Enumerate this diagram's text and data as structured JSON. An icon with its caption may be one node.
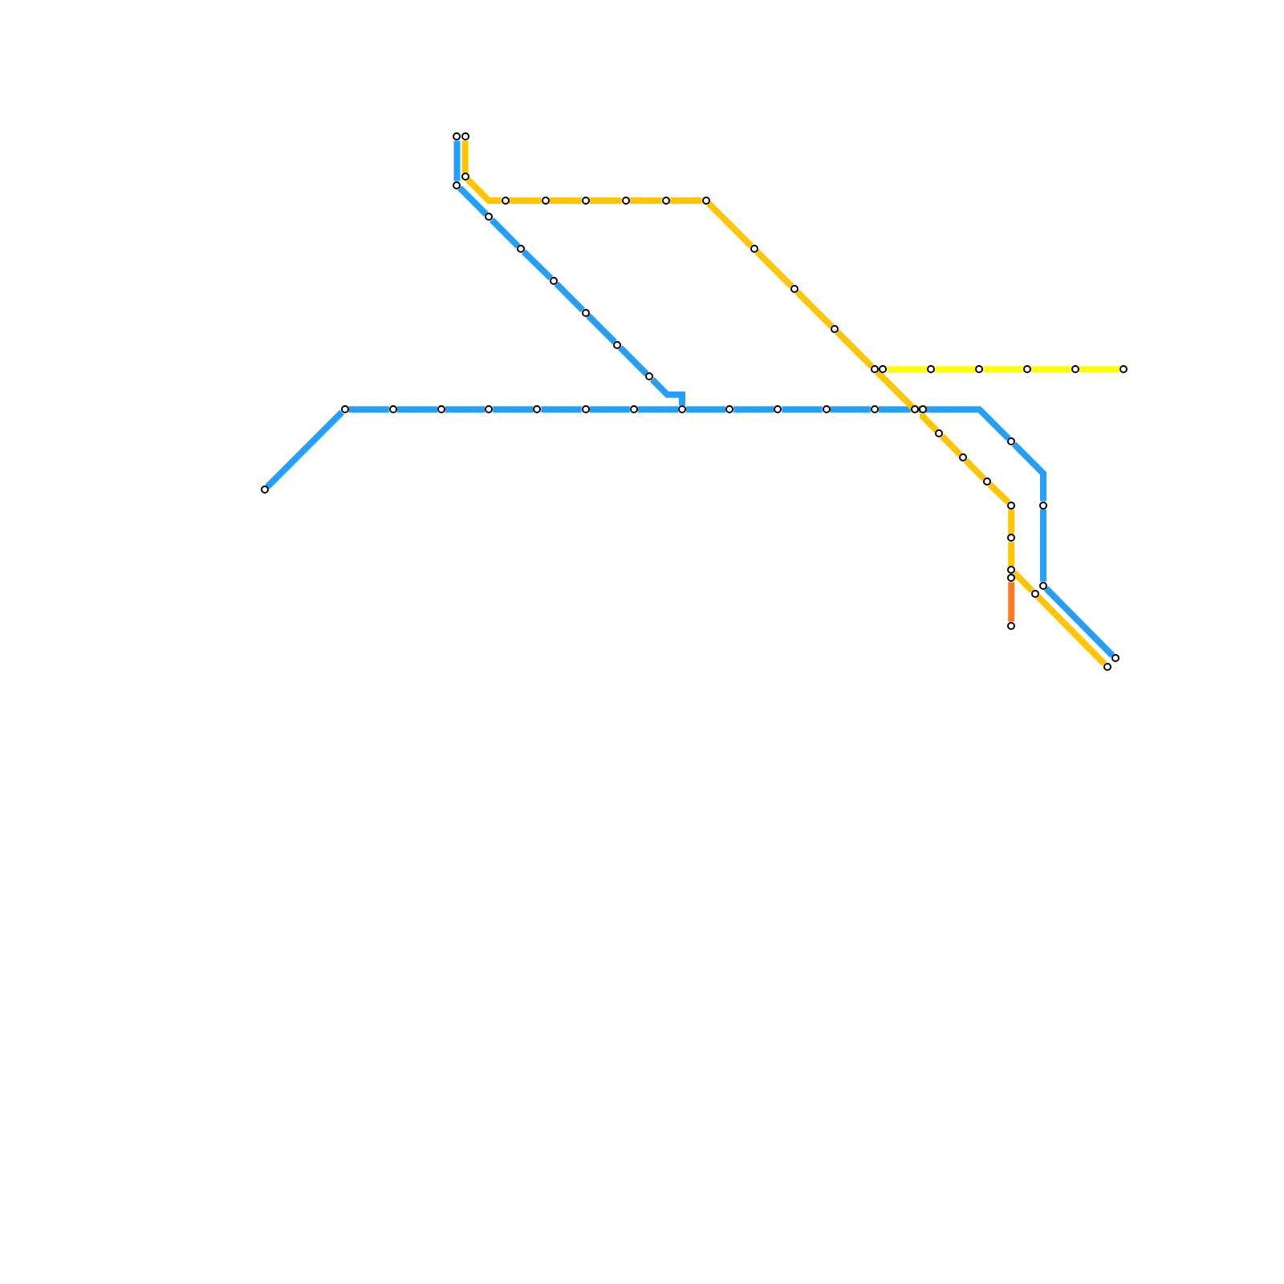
{
  "diagram": {
    "nodes": [
      {
        "text": [],
        "shape": "circle"
      },
      {
        "text": [],
        "shape": "circle"
      },
      {
        "text": [],
        "shape": "circle"
      },
      {
        "text": [],
        "shape": "circle"
      },
      {
        "text": [],
        "shape": "circle"
      },
      {
        "text": [],
        "shape": "circle"
      },
      {
        "text": [],
        "shape": "circle"
      },
      {
        "text": [],
        "shape": "circle"
      },
      {
        "text": [],
        "shape": "circle"
      },
      {
        "text": [],
        "shape": "circle"
      },
      {
        "text": [],
        "shape": "circle"
      },
      {
        "text": [],
        "shape": "circle"
      },
      {
        "text": [],
        "shape": "circle"
      },
      {
        "text": [],
        "shape": "circle"
      },
      {
        "text": [],
        "shape": "circle"
      },
      {
        "text": [],
        "shape": "circle"
      },
      {
        "text": [],
        "shape": "circle"
      },
      {
        "text": [],
        "shape": "circle"
      },
      {
        "text": [],
        "shape": "circle"
      },
      {
        "text": [],
        "shape": "circle"
      },
      {
        "text": [],
        "shape": "circle"
      },
      {
        "text": [],
        "shape": "circle"
      },
      {
        "text": [],
        "shape": "circle"
      },
      {
        "text": [],
        "shape": "circle"
      },
      {
        "text": [],
        "shape": "circle"
      },
      {
        "text": [],
        "shape": "circle"
      },
      {
        "text": [],
        "shape": "circle"
      },
      {
        "text": [],
        "shape": "circle"
      },
      {
        "text": [],
        "shape": "circle"
      },
      {
        "text": [],
        "shape": "circle"
      },
      {
        "text": [],
        "shape": "circle"
      },
      {
        "text": [],
        "shape": "circle"
      },
      {
        "text": [],
        "shape": "circle"
      },
      {
        "text": [],
        "shape": "circle"
      },
      {
        "text": [],
        "shape": "circle"
      },
      {
        "text": [],
        "shape": "circle"
      },
      {
        "text": [],
        "shape": "circle"
      },
      {
        "text": [],
        "shape": "circle"
      },
      {
        "text": [],
        "shape": "circle"
      },
      {
        "text": [],
        "shape": "circle"
      },
      {
        "text": [],
        "shape": "circle"
      },
      {
        "text": [],
        "shape": "circle"
      },
      {
        "text": [],
        "shape": "circle"
      },
      {
        "text": [],
        "shape": "circle"
      },
      {
        "text": [],
        "shape": "circle"
      },
      {
        "text": [],
        "shape": "circle"
      },
      {
        "text": [],
        "shape": "circle"
      },
      {
        "text": [],
        "shape": "circle"
      },
      {
        "text": [],
        "shape": "circle"
      },
      {
        "text": [],
        "shape": "circle"
      },
      {
        "text": [],
        "shape": "circle"
      },
      {
        "text": [],
        "shape": "circle"
      },
      {
        "text": [],
        "shape": "circle"
      },
      {
        "text": [],
        "shape": "circle"
      },
      {
        "text": [],
        "shape": "circle"
      }
    ],
    "edges": [
      {
        "from": 0,
        "to": 1,
        "arrow": "none"
      },
      {
        "from": 1,
        "to": 2,
        "arrow": "none"
      },
      {
        "from": 2,
        "to": 3,
        "arrow": "none"
      },
      {
        "from": 3,
        "to": 4,
        "arrow": "none"
      },
      {
        "from": 4,
        "to": 5,
        "arrow": "none"
      },
      {
        "from": 5,
        "to": 6,
        "arrow": "none"
      },
      {
        "from": 6,
        "to": 7,
        "arrow": "none"
      },
      {
        "from": 7,
        "to": 8,
        "arrow": "none"
      },
      {
        "from": 8,
        "to": 9,
        "arrow": "none"
      },
      {
        "from": 9,
        "to": 10,
        "arrow": "none"
      },
      {
        "from": 10,
        "to": 11,
        "arrow": "none"
      },
      {
        "from": 11,
        "to": 12,
        "arrow": "none"
      },
      {
        "from": 12,
        "to": 13,
        "arrow": "none"
      },
      {
        "from": 13,
        "to": 14,
        "arrow": "none"
      },
      {
        "from": 14,
        "to": 15,
        "arrow": "none"
      },
      {
        "from": 15,
        "to": 16,
        "arrow": "none"
      },
      {
        "from": 16,
        "to": 17,
        "arrow": "none"
      },
      {
        "from": 18,
        "to": 19,
        "arrow": "none"
      },
      {
        "from": 19,
        "to": 20,
        "arrow": "none"
      },
      {
        "from": 20,
        "to": 21,
        "arrow": "none"
      },
      {
        "from": 21,
        "to": 22,
        "arrow": "none"
      },
      {
        "from": 22,
        "to": 23,
        "arrow": "none"
      },
      {
        "from": 23,
        "to": 24,
        "arrow": "none"
      },
      {
        "from": 24,
        "to": 25,
        "arrow": "none"
      },
      {
        "from": 25,
        "to": 8,
        "arrow": "none"
      },
      {
        "from": 26,
        "to": 27,
        "arrow": "none",
        "color": "#ffc600"
      },
      {
        "from": 27,
        "to": 28,
        "arrow": "none",
        "color": "#ffc600"
      },
      {
        "from": 28,
        "to": 29,
        "arrow": "none",
        "color": "#ffc600"
      },
      {
        "from": 29,
        "to": 30,
        "arrow": "none",
        "color": "#ffc600"
      },
      {
        "from": 30,
        "to": 31,
        "arrow": "none",
        "color": "#ffc600"
      },
      {
        "from": 31,
        "to": 32,
        "arrow": "none",
        "color": "#ffc600"
      },
      {
        "from": 32,
        "to": 33,
        "arrow": "none",
        "color": "#ffc600"
      },
      {
        "from": 33,
        "to": 34,
        "arrow": "none",
        "color": "#ffc600"
      },
      {
        "from": 34,
        "to": 35,
        "arrow": "none",
        "color": "#ffc600"
      },
      {
        "from": 35,
        "to": 36,
        "arrow": "none",
        "color": "#ffc600"
      },
      {
        "from": 36,
        "to": 37,
        "arrow": "none",
        "color": "#ffc600"
      },
      {
        "from": 37,
        "to": 38,
        "arrow": "none",
        "color": "#ffc600"
      },
      {
        "from": 38,
        "to": 39,
        "arrow": "none",
        "color": "#ffc600"
      },
      {
        "from": 39,
        "to": 40,
        "arrow": "none",
        "color": "#ffc600"
      },
      {
        "from": 40,
        "to": 41,
        "arrow": "none",
        "color": "#ffc600"
      },
      {
        "from": 41,
        "to": 42,
        "arrow": "none",
        "color": "#ffc600"
      },
      {
        "from": 42,
        "to": 43,
        "arrow": "none",
        "color": "#ffc600"
      },
      {
        "from": 43,
        "to": 44,
        "arrow": "none",
        "color": "#ffc600"
      },
      {
        "from": 44,
        "to": 45,
        "arrow": "none",
        "color": "#ffc600"
      },
      {
        "from": 45,
        "to": 46,
        "arrow": "none",
        "color": "#ffc600"
      },
      {
        "from": 47,
        "to": 48,
        "arrow": "none",
        "color": "#ffff00"
      },
      {
        "from": 48,
        "to": 49,
        "arrow": "none",
        "color": "#ffff00"
      },
      {
        "from": 49,
        "to": 50,
        "arrow": "none",
        "color": "#ffff00"
      },
      {
        "from": 50,
        "to": 51,
        "arrow": "none",
        "color": "#ffff00"
      },
      {
        "from": 51,
        "to": 52,
        "arrow": "none",
        "color": "#ffff00"
      },
      {
        "from": 53,
        "to": 54,
        "arrow": "none",
        "color": "#ff7a1f"
      }
    ]
  }
}
